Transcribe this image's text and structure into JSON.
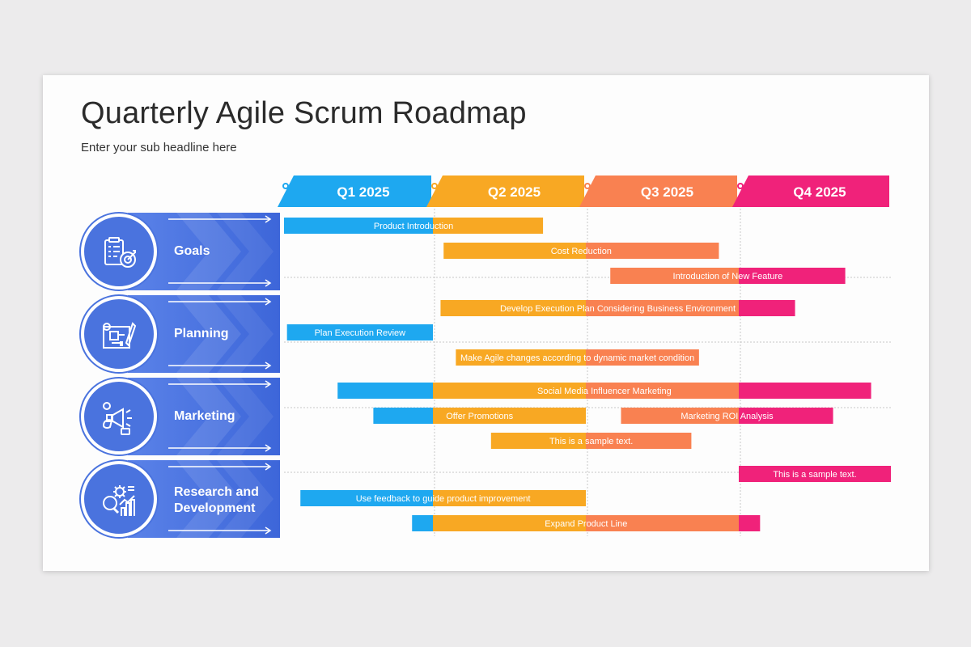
{
  "title": "Quarterly Agile Scrum Roadmap",
  "subtitle": "Enter your sub headline here",
  "colors": {
    "q1": "#1ea8f0",
    "q2": "#f8a823",
    "q3": "#f98151",
    "q4": "#f0227a",
    "row": "#4a73de"
  },
  "quarters": [
    {
      "label": "Q1 2025",
      "color": "#1ea8f0"
    },
    {
      "label": "Q2 2025",
      "color": "#f8a823"
    },
    {
      "label": "Q3 2025",
      "color": "#f98151"
    },
    {
      "label": "Q4 2025",
      "color": "#f0227a"
    }
  ],
  "rows": [
    {
      "label": "Goals",
      "icon": "checklist-target-icon"
    },
    {
      "label": "Planning",
      "icon": "blueprint-icon"
    },
    {
      "label": "Marketing",
      "icon": "megaphone-icon"
    },
    {
      "label": "Research and Development",
      "label_lines": [
        "Research and",
        "Development"
      ],
      "icon": "gear-chart-icon"
    }
  ],
  "tasks": [
    {
      "label": "Product Introduction",
      "start": 0.0,
      "end": 1.72
    },
    {
      "label": "Cost Reduction",
      "start": 1.07,
      "end": 2.87
    },
    {
      "label": "Introduction of New Feature",
      "start": 2.16,
      "end": 3.7
    },
    {
      "label": "Develop Execution Plan Considering Business Environment",
      "start": 1.05,
      "end": 3.37
    },
    {
      "label": "Plan Execution Review",
      "start": 0.02,
      "end": 1.0
    },
    {
      "label": "Make Agile changes according to dynamic market condition",
      "start": 1.15,
      "end": 2.74
    },
    {
      "label": "Social Media Influencer Marketing",
      "start": 0.36,
      "end": 3.87
    },
    {
      "label": "Offer Promotions",
      "start": 0.6,
      "end": 2.0
    },
    {
      "label": "Marketing ROI Analysis",
      "start": 2.23,
      "end": 3.62
    },
    {
      "label": "This is a sample text.",
      "start": 1.38,
      "end": 2.69
    },
    {
      "label": "This is a sample text.",
      "start": 3.0,
      "end": 4.0
    },
    {
      "label": "Use feedback to guide product improvement",
      "start": 0.11,
      "end": 2.0
    },
    {
      "label": "Expand Product Line",
      "start": 0.86,
      "end": 3.14
    }
  ]
}
